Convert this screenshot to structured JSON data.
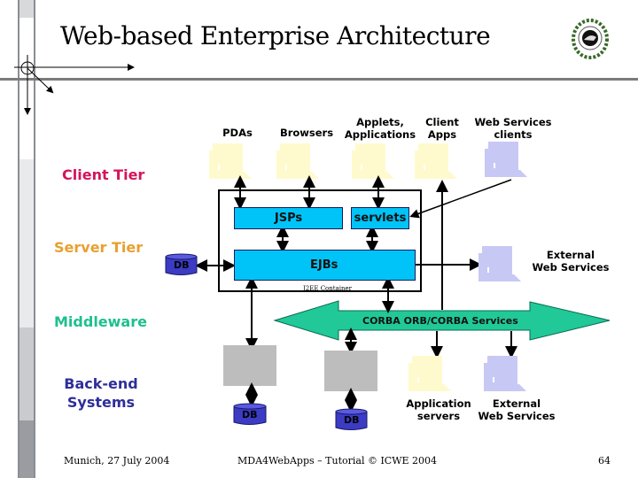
{
  "slide": {
    "title": "Web-based Enterprise Architecture",
    "logo_icon": "university-seal-icon"
  },
  "tiers": {
    "client": {
      "label": "Client Tier",
      "color": "#d4145a"
    },
    "server": {
      "label": "Server Tier",
      "color": "#e8a030"
    },
    "middleware": {
      "label": "Middleware",
      "color": "#1fbf8f"
    },
    "backend": {
      "label": "Back-end Systems",
      "line1": "Back-end",
      "line2": "Systems",
      "color": "#2e2e9a"
    }
  },
  "clients": [
    {
      "label": "PDAs",
      "line1": "PDAs",
      "line2": "",
      "icon": "computer-icon",
      "color": "#fffacd"
    },
    {
      "label": "Browsers",
      "line1": "Browsers",
      "line2": "",
      "icon": "computer-icon",
      "color": "#fffacd"
    },
    {
      "label": "Applets, Applications",
      "line1": "Applets,",
      "line2": "Applications",
      "icon": "computer-icon",
      "color": "#fffacd"
    },
    {
      "label": "Client Apps",
      "line1": "Client",
      "line2": "Apps",
      "icon": "computer-icon",
      "color": "#fffacd"
    },
    {
      "label": "Web Services clients",
      "line1": "Web Services",
      "line2": "clients",
      "icon": "computer-icon",
      "color": "#c8c8f5"
    }
  ],
  "server": {
    "jsps": "JSPs",
    "servlets": "servlets",
    "ejbs": "EJBs",
    "container": "J2EE Container",
    "db": "DB",
    "external_ws_line1": "External",
    "external_ws_line2": "Web Services"
  },
  "middleware": {
    "corba": "CORBA ORB/CORBA Services",
    "color": "#20c997"
  },
  "backend": {
    "db1": "DB",
    "db2": "DB",
    "app_servers_line1": "Application",
    "app_servers_line2": "servers",
    "external_ws_line1": "External",
    "external_ws_line2": "Web Services"
  },
  "footer": {
    "date": "Munich, 27 July 2004",
    "center": "MDA4WebApps – Tutorial © ICWE 2004",
    "page": "64"
  }
}
